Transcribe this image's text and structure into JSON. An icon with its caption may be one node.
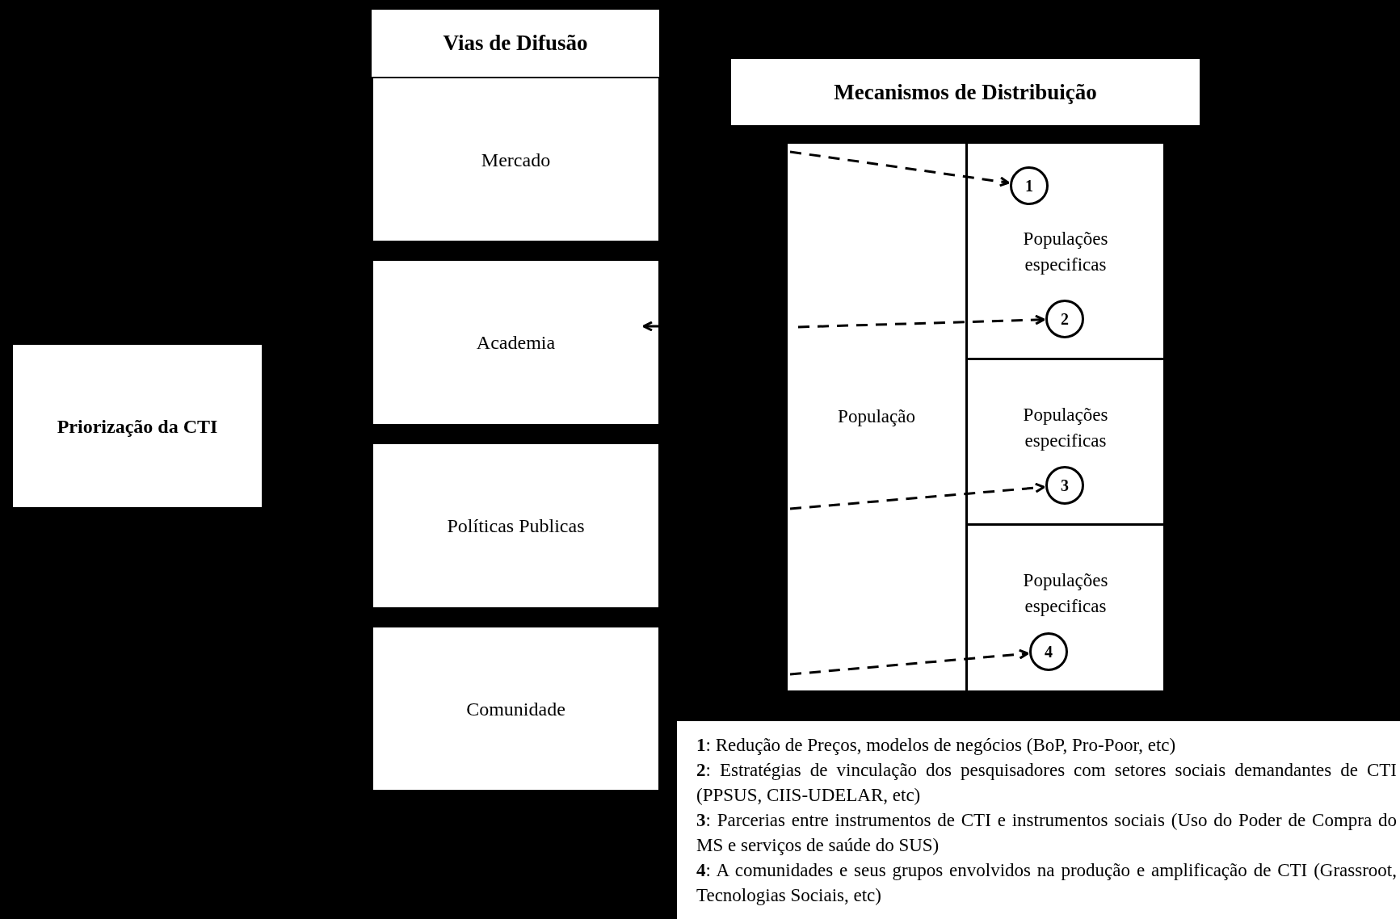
{
  "diagram": {
    "nodes": [
      {
        "text": [
          "Vias de Difusão"
        ]
      },
      {
        "text": [
          "Mercado"
        ]
      },
      {
        "text": [
          "Academia"
        ]
      },
      {
        "text": [
          "Políticas Publicas"
        ]
      },
      {
        "text": [
          "Comunidade"
        ]
      },
      {
        "text": [
          "Priorização da CTI"
        ]
      },
      {
        "text": [
          "Mecanismos de Distribuição"
        ]
      },
      {
        "text": [
          "População"
        ]
      },
      {
        "text": [
          "Populações especificas"
        ]
      },
      {
        "text": [
          "Populações especificas"
        ]
      },
      {
        "text": [
          "Populações especificas"
        ]
      },
      {
        "text": [
          "1"
        ],
        "in": 8
      },
      {
        "text": [
          "2"
        ],
        "in": 8
      },
      {
        "text": [
          "3"
        ],
        "in": 9
      },
      {
        "text": [
          "4"
        ],
        "in": 10
      },
      {
        "text": [
          "**1**: Redução de Preços, modelos de negócios (BoP, Pro-Poor, etc)",
          "**2**: Estratégias de vinculação dos pesquisadores com setores sociais demandantes de CTI (PPSUS, CIIS-UDELAR, etc)",
          "**3**: Parcerias entre instrumentos de CTI e instrumentos sociais (Uso do Poder de Compra do MS e serviços de saúde do SUS)",
          "**4**: A comunidades e seus grupos envolvidos na produção e amplificação de CTI (Grassroot, Tecnologias Sociais, etc)"
        ]
      }
    ],
    "edges": [
      {
        "from": 7,
        "to": 11,
        "arrow": "to",
        "style": "dashed"
      },
      {
        "from": 7,
        "to": 12,
        "arrow": "to",
        "style": "dashed"
      },
      {
        "from": 7,
        "to": 13,
        "arrow": "to",
        "style": "dashed"
      },
      {
        "from": 7,
        "to": 14,
        "arrow": "to",
        "style": "dashed"
      },
      {
        "from": null,
        "to": 2,
        "arrow": "to"
      }
    ]
  }
}
